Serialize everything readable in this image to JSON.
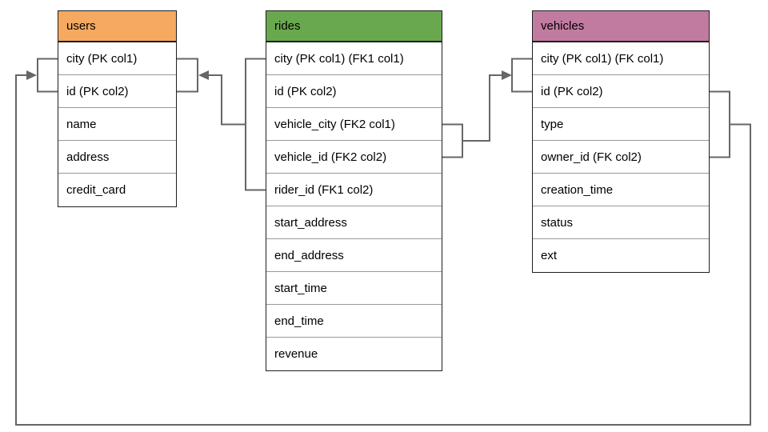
{
  "diagram": {
    "connector_color": "#666666",
    "tables": {
      "users": {
        "title": "users",
        "header_color": "#F5A961",
        "rows": [
          "city (PK col1)",
          "id (PK col2)",
          "name",
          "address",
          "credit_card"
        ]
      },
      "rides": {
        "title": "rides",
        "header_color": "#6AA84F",
        "rows": [
          "city (PK col1) (FK1 col1)",
          "id (PK col2)",
          "vehicle_city (FK2 col1)",
          "vehicle_id (FK2 col2)",
          "rider_id (FK1 col2)",
          "start_address",
          "end_address",
          "start_time",
          "end_time",
          "revenue"
        ]
      },
      "vehicles": {
        "title": "vehicles",
        "header_color": "#C27BA0",
        "rows": [
          "city (PK col1) (FK col1)",
          "id (PK col2)",
          "type",
          "owner_id (FK col2)",
          "creation_time",
          "status",
          "ext"
        ]
      }
    }
  }
}
